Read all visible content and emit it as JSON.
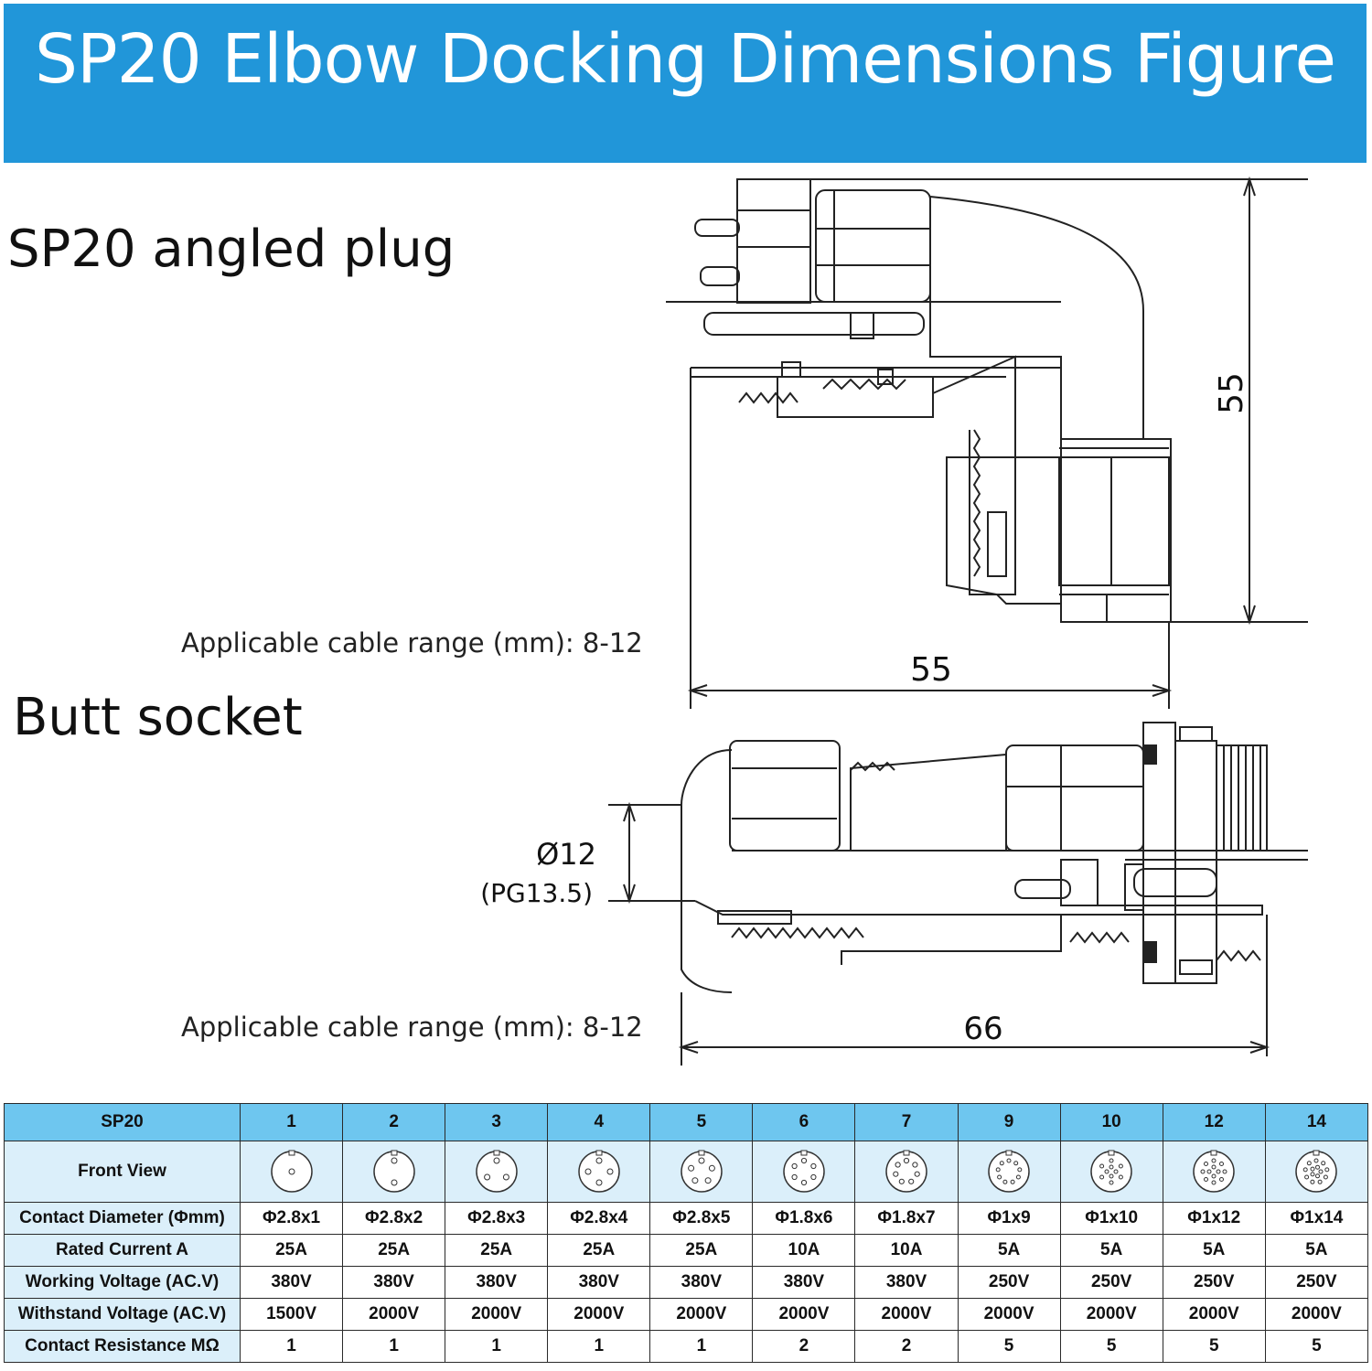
{
  "banner": {
    "title": "SP20 Elbow Docking Dimensions Figure",
    "color": "#2196d9"
  },
  "angled_plug": {
    "title": "SP20 angled plug",
    "cable_note": "Applicable cable range (mm): 8-12",
    "dim_height": "55",
    "dim_width": "55"
  },
  "butt_socket": {
    "title": "Butt socket",
    "cable_note": "Applicable cable range (mm): 8-12",
    "dim_diameter": "Ø12",
    "dim_thread": "(PG13.5)",
    "dim_length": "66"
  },
  "spec_table": {
    "header_label": "SP20",
    "pins": [
      "1",
      "2",
      "3",
      "4",
      "5",
      "6",
      "7",
      "9",
      "10",
      "12",
      "14"
    ],
    "rows": [
      {
        "label": "Front View",
        "values": []
      },
      {
        "label": "Contact Diameter (Φmm)",
        "values": [
          "Φ2.8x1",
          "Φ2.8x2",
          "Φ2.8x3",
          "Φ2.8x4",
          "Φ2.8x5",
          "Φ1.8x6",
          "Φ1.8x7",
          "Φ1x9",
          "Φ1x10",
          "Φ1x12",
          "Φ1x14"
        ]
      },
      {
        "label": "Rated Current A",
        "values": [
          "25A",
          "25A",
          "25A",
          "25A",
          "25A",
          "10A",
          "10A",
          "5A",
          "5A",
          "5A",
          "5A"
        ]
      },
      {
        "label": "Working Voltage (AC.V)",
        "values": [
          "380V",
          "380V",
          "380V",
          "380V",
          "380V",
          "380V",
          "380V",
          "250V",
          "250V",
          "250V",
          "250V"
        ]
      },
      {
        "label": "Withstand Voltage (AC.V)",
        "values": [
          "1500V",
          "2000V",
          "2000V",
          "2000V",
          "2000V",
          "2000V",
          "2000V",
          "2000V",
          "2000V",
          "2000V",
          "2000V"
        ]
      },
      {
        "label": "Contact Resistance MΩ",
        "values": [
          "1",
          "1",
          "1",
          "1",
          "1",
          "2",
          "2",
          "5",
          "5",
          "5",
          "5"
        ]
      }
    ]
  }
}
